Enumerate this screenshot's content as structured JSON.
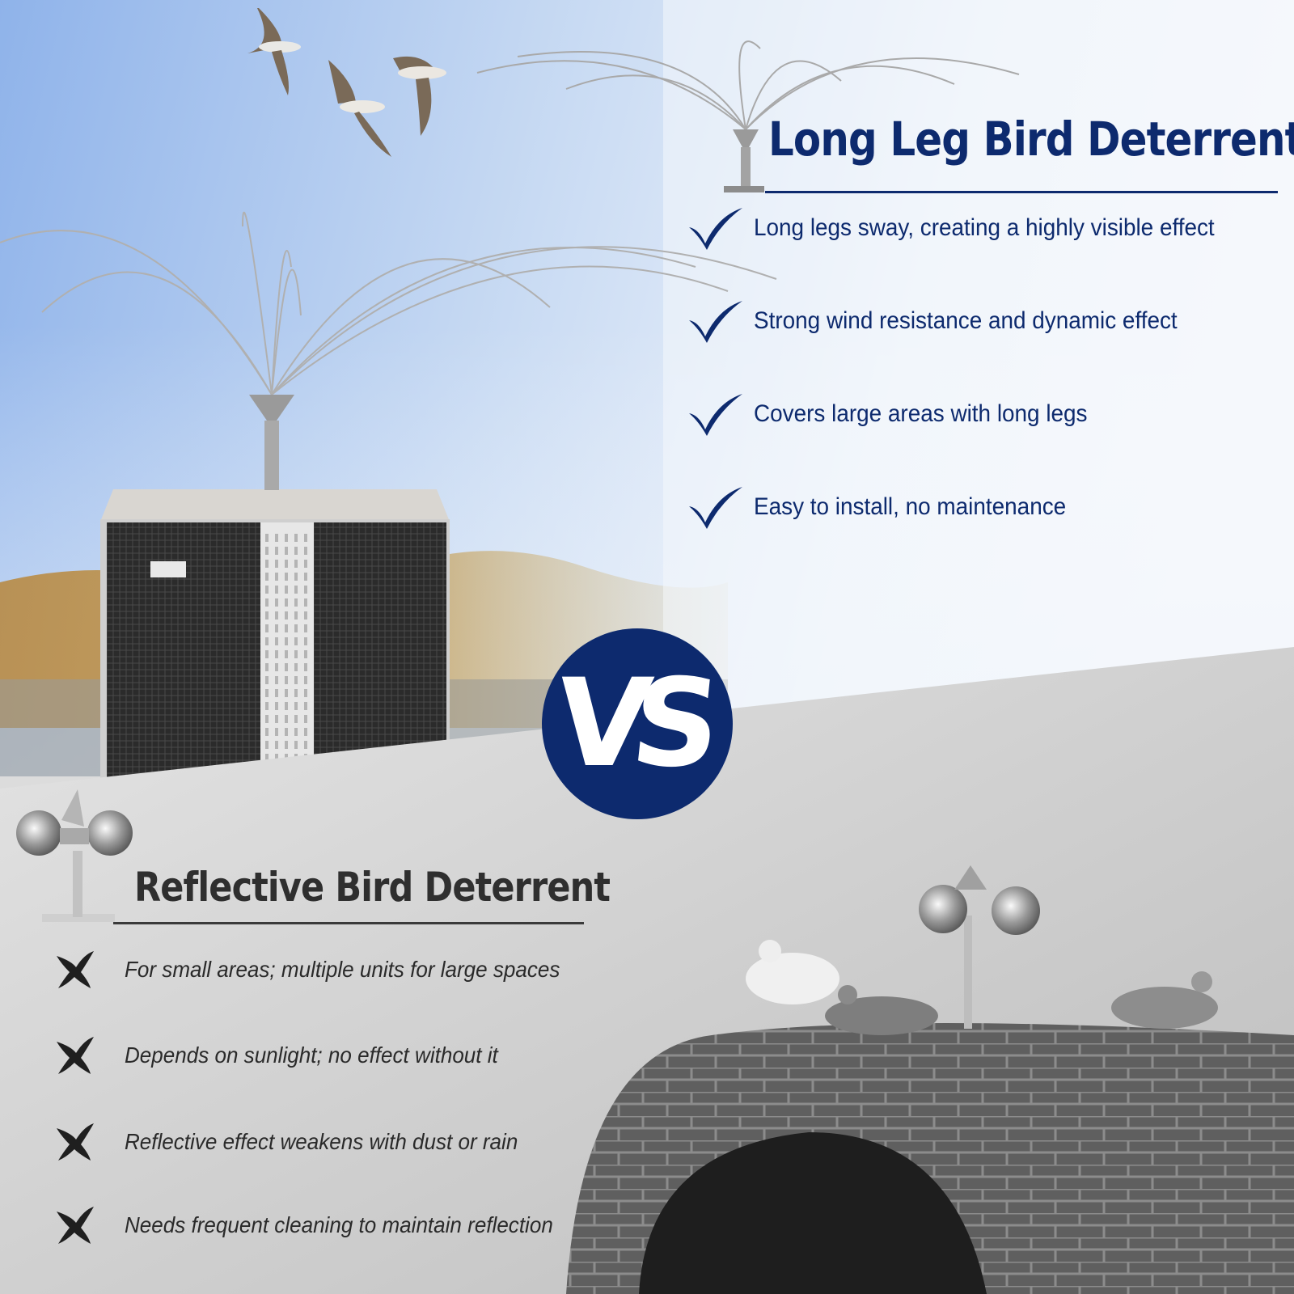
{
  "top_section": {
    "title": "Long Leg Bird Deterrent",
    "features": [
      "Long legs sway, creating a highly visible effect",
      "Strong wind resistance and dynamic effect",
      "Covers large areas with long legs",
      "Easy to install, no maintenance"
    ]
  },
  "vs_badge": "VS",
  "bottom_section": {
    "title": "Reflective Bird Deterrent",
    "features": [
      "For small areas; multiple units for large spaces",
      "Depends on sunlight; no effect without it",
      "Reflective effect weakens with dust or rain",
      "Needs frequent cleaning to maintain reflection"
    ]
  },
  "colors": {
    "brand_navy": "#0d2a6e",
    "dark_text": "#2f2f2f"
  },
  "icons": {
    "pro": "checkmark-icon",
    "con": "cross-icon"
  }
}
